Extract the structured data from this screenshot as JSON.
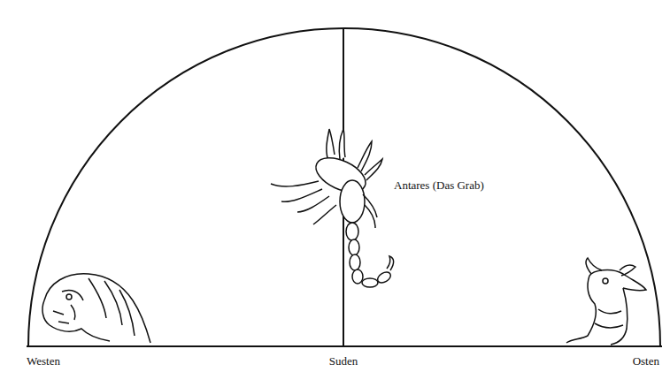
{
  "diagram": {
    "labels": [
      "Antares (Das Grab)",
      "Westen",
      "Suden",
      "Osten"
    ]
  }
}
